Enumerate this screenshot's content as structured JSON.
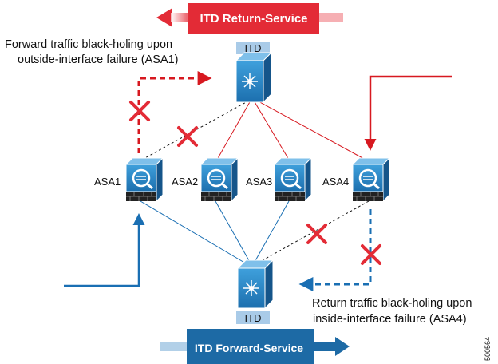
{
  "diagram": {
    "return_service_label": "ITD Return-Service",
    "forward_service_label": "ITD Forward-Service",
    "top_switch_label": "ITD",
    "bottom_switch_label": "ITD",
    "firewalls": [
      {
        "id": "asa1",
        "label": "ASA1"
      },
      {
        "id": "asa2",
        "label": "ASA2"
      },
      {
        "id": "asa3",
        "label": "ASA3"
      },
      {
        "id": "asa4",
        "label": "ASA4"
      }
    ],
    "annotation_forward": {
      "line1": "Forward traffic black-holing upon",
      "line2": "outside-interface failure (ASA1)"
    },
    "annotation_return": {
      "line1": "Return traffic black-holing upon",
      "line2": "inside-interface failure (ASA4)"
    },
    "figure_id": "500564"
  },
  "colors": {
    "red_path": "#d71920",
    "blue_path": "#1a6fb3",
    "device_blue": "#2a89c9",
    "itd_label_bg": "#a9cbe8",
    "banner_red": "#e32b36",
    "banner_blue": "#1d6aa5"
  }
}
